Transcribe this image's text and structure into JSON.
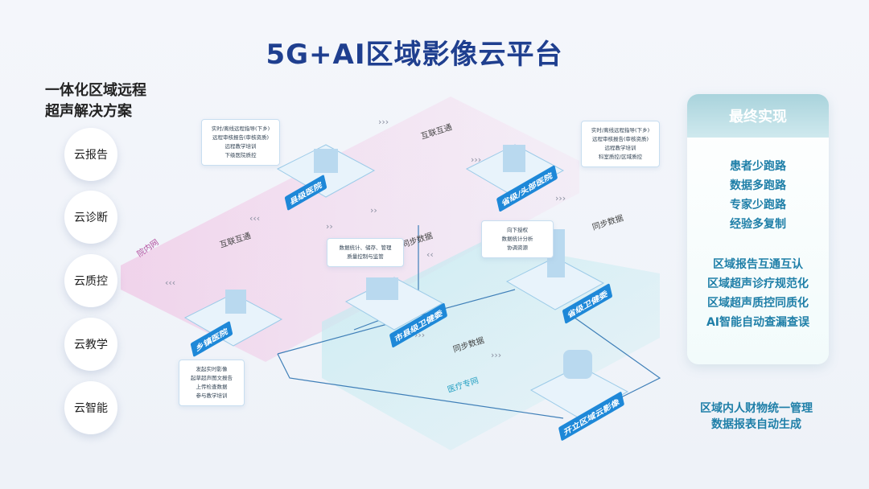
{
  "title": "5G+AI区域影像云平台",
  "subtitle": {
    "line1": "一体化区域远程",
    "line2": "超声解决方案"
  },
  "services": [
    "云报告",
    "云诊断",
    "云质控",
    "云教学",
    "云智能"
  ],
  "panel": {
    "heading": "最终实现",
    "group1": [
      "患者少跑路",
      "数据多跑路",
      "专家少跑路",
      "经验多复制"
    ],
    "group2": [
      "区域报告互通互认",
      "区域超声诊疗规范化",
      "区域超声质控同质化",
      "AI智能自动查漏查误"
    ]
  },
  "bottom_lines": [
    "区域内人财物统一管理",
    "数据报表自动生成"
  ],
  "zones": {
    "inner": "院内网",
    "medical": "医疗专网"
  },
  "flows": {
    "top": "互联互通",
    "left": "互联互通",
    "mid": "同步数据",
    "right": "同步数据",
    "bottom": "同步数据"
  },
  "nodes": {
    "county": "县级医院",
    "provincial_hospital": "省级/头部医院",
    "township": "乡镇医院",
    "city_health": "市县级卫健委",
    "province_health": "省级卫健委",
    "cloud": "开立区域云影像"
  },
  "cards": {
    "county": [
      "实时/离线远程指导(下乡)",
      "远程审核报告(审核资质)",
      "远程教学培训",
      "下级医院质控"
    ],
    "provincial": [
      "实时/离线远程指导(下乡)",
      "远程审核报告(审核资质)",
      "远程教学培训",
      "科室质控/区域质控"
    ],
    "city": [
      "数据统计、储存、管理",
      "质量控制与监管"
    ],
    "province": [
      "向下授权",
      "数据统计分析",
      "协调资源"
    ],
    "township": [
      "发起实时影像",
      "起草超声图文报告",
      "上传检查数据",
      "参与教学培训"
    ]
  },
  "colors": {
    "title": "#1f3f8f",
    "accent": "#1f7fa8",
    "zone_pink": "#b34d9f",
    "node_blue": "#1e88d8"
  }
}
